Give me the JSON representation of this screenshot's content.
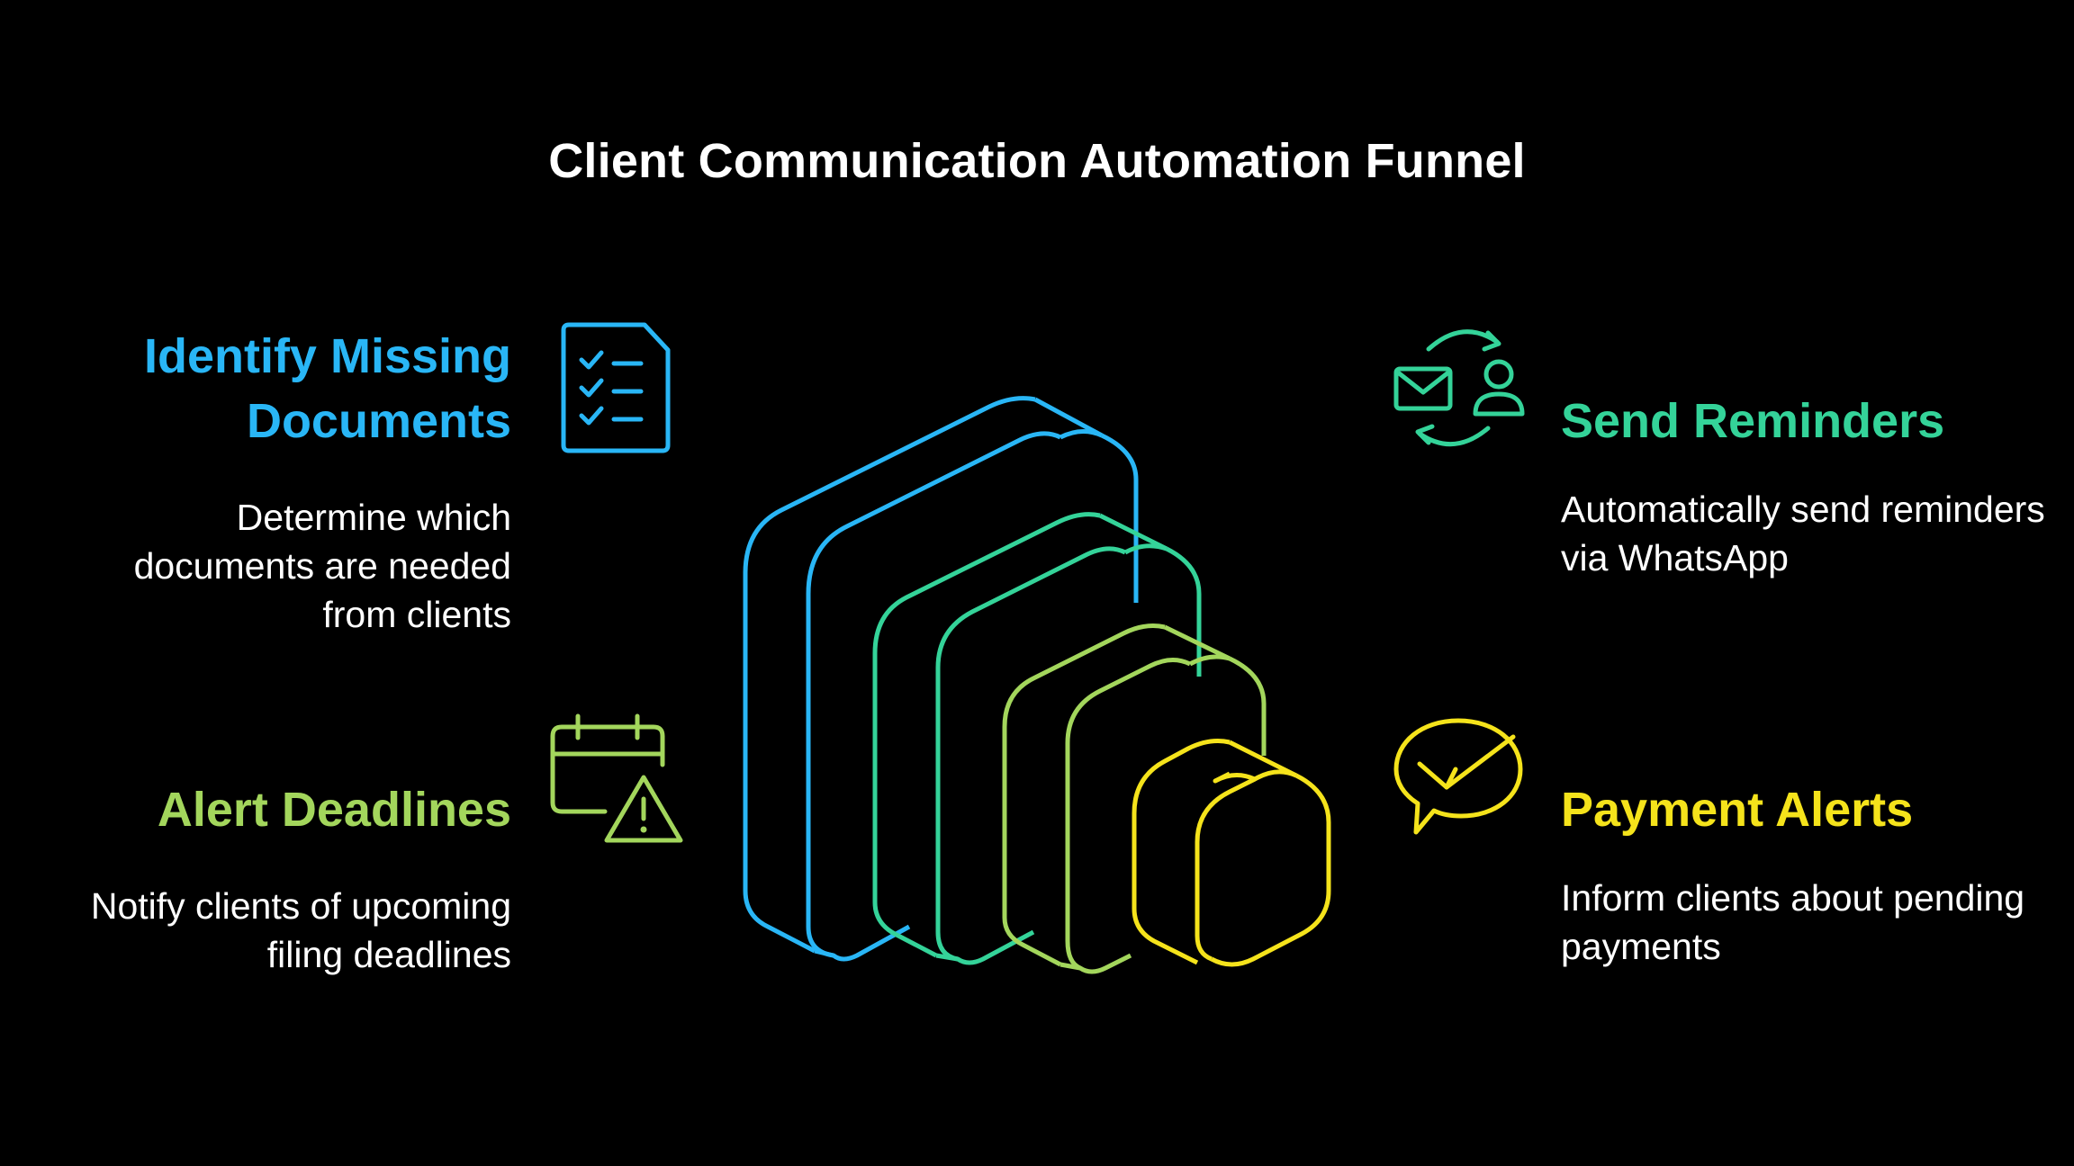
{
  "title": "Client Communication Automation Funnel",
  "colors": {
    "background": "#000000",
    "blue": "#29B6F6",
    "teal": "#34D399",
    "green": "#A3D65C",
    "yellow": "#F5E31B"
  },
  "steps": [
    {
      "heading": "Identify Missing Documents",
      "description": "Determine which documents are needed from clients",
      "icon": "checklist-document-icon",
      "color": "#29B6F6"
    },
    {
      "heading": "Alert Deadlines",
      "description": "Notify clients of upcoming filing deadlines",
      "icon": "calendar-warning-icon",
      "color": "#A3D65C"
    },
    {
      "heading": "Send Reminders",
      "description": "Automatically send reminders via WhatsApp",
      "icon": "message-sync-user-icon",
      "color": "#34D399"
    },
    {
      "heading": "Payment Alerts",
      "description": "Inform clients about pending payments",
      "icon": "chat-check-icon",
      "color": "#F5E31B"
    }
  ]
}
